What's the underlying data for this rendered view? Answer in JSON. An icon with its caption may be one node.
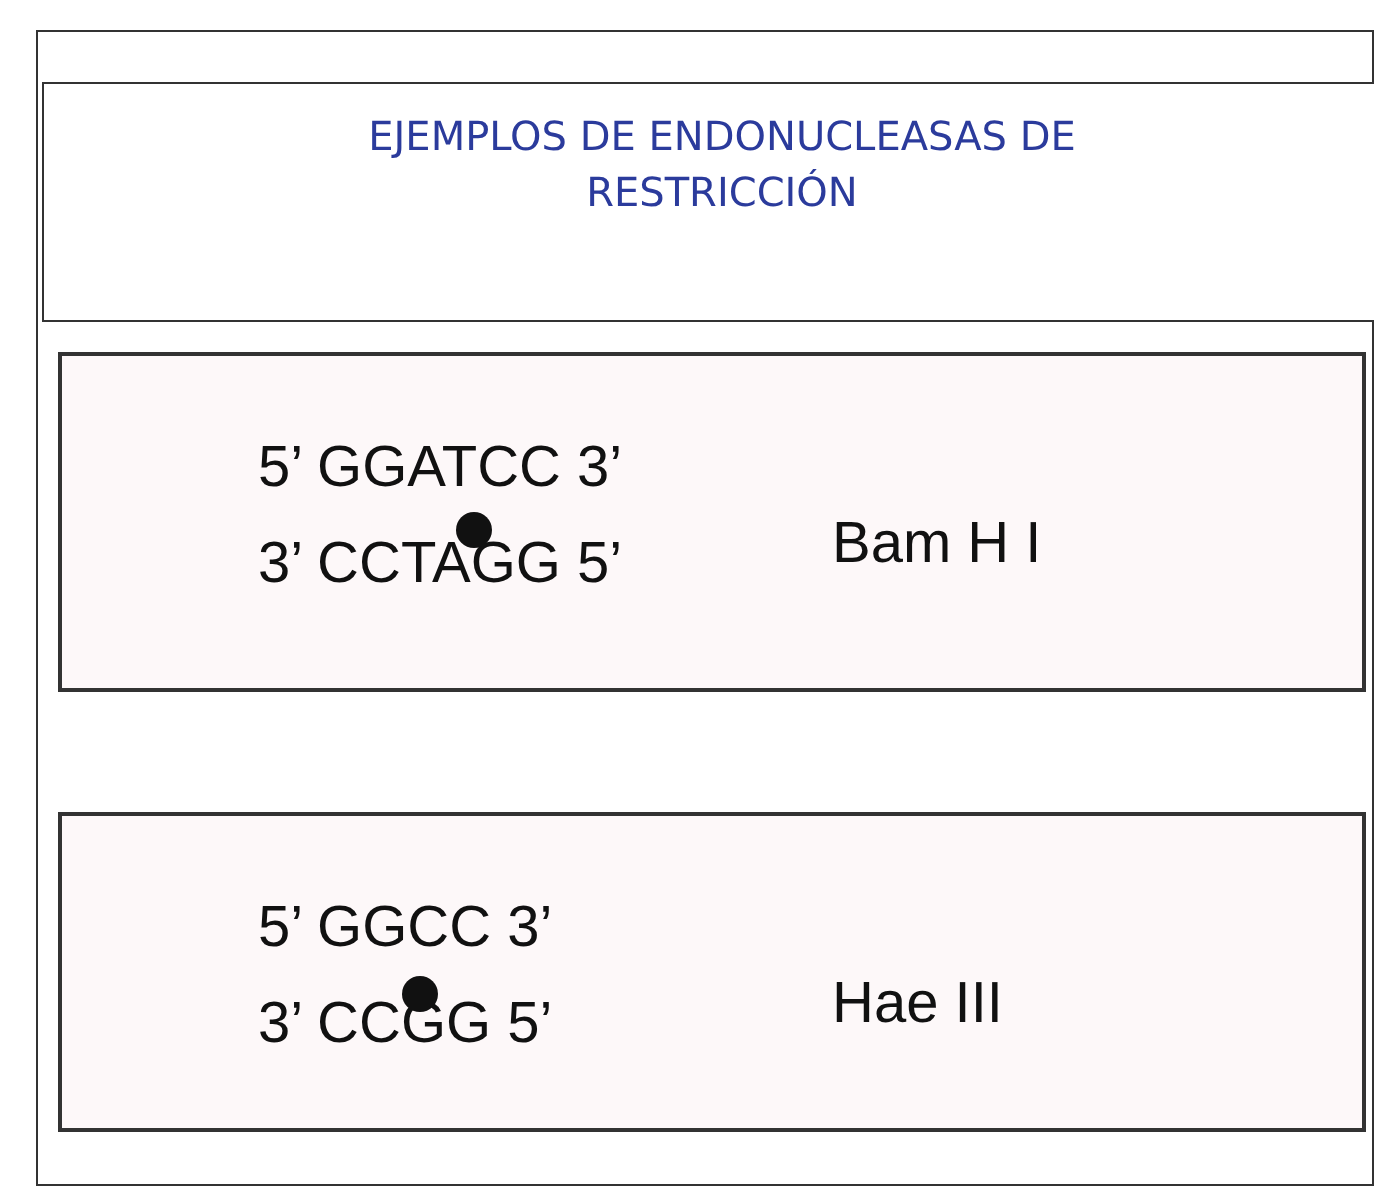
{
  "diagram": {
    "nodes": [
      {
        "text": [],
        "shape": "box"
      },
      {
        "text": [
          "EJEMPLOS DE ENDONUCLEASAS DE RESTRICCIÓN"
        ],
        "in": 0
      },
      {
        "text": [
          "5’ GGATCC 3’",
          "3’ CCTAGG 5’",
          "Bam H I"
        ],
        "in": 0
      },
      {
        "text": [
          "5’ GGCC 3’",
          "3’ CCGG 5’",
          "Hae III"
        ],
        "in": 0
      }
    ]
  }
}
